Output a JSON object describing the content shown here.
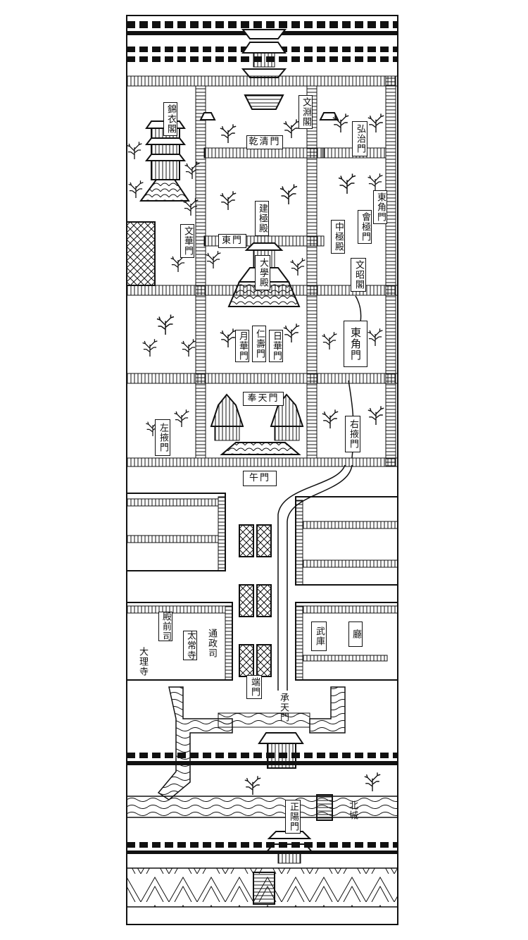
{
  "map": {
    "labels": {
      "wenyuan_ge": "文淵閣",
      "jinjiang_ge": "錦衣閣",
      "qianqing_men": "乾清門",
      "mendong": "東門",
      "hongzhi_men": "弘治門",
      "jianji_dian": "建極殿",
      "huiji_men": "會極門",
      "zhongji_dian": "中極殿",
      "wenhua_men": "文華門",
      "dongjiao_men": "東角門",
      "daxue_dian": "大學殿",
      "wenzhao_ge": "文昭閣",
      "yueshu_men": "月華門",
      "renshou_men": "仁壽門",
      "rihua_men": "日華門",
      "dongjiao_men_2": "東角門",
      "fengtian_men": "奉天門",
      "zuo_ye_men": "左掖門",
      "you_ye_men": "右掖門",
      "wu_men": "午門",
      "duan_men": "端門",
      "dianqian_si": "殿前司",
      "taichang_si": "太常寺",
      "tongzheng_si": "通政司",
      "dali_si": "大理寺",
      "wuku": "武庫",
      "ting_right": "廳",
      "cheng_tian_men": "承天門",
      "zhengyang_men": "正陽門",
      "bei_cheng": "北城"
    }
  }
}
